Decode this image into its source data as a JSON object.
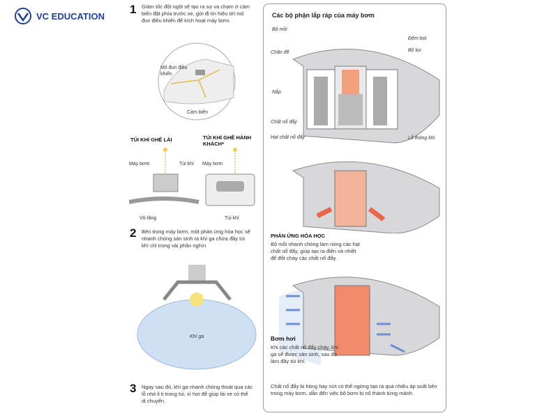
{
  "logo": {
    "text": "VC EDUCATION"
  },
  "steps": [
    {
      "number": "1",
      "text": "Giảm tốc đột ngột sẽ tạo ra sự va chạm ở cảm biến đặt phía trước xe, gửi đi tín hiệu tới mô đun điều khiển để kích hoạt máy bơm."
    },
    {
      "number": "2",
      "text": "Bên trong máy bơm, một phản ứng hóa học sẽ nhanh chóng sản sinh ra khí ga chứa đầy túi khí chỉ trong vài phần nghìn"
    },
    {
      "number": "3",
      "text": "Ngay sau đó, khí ga nhanh chóng thoát qua các lỗ nhỏ li ti trong túi, xì hơi để giúp lái xe có thể di chuyển."
    }
  ],
  "car": {
    "module": "Mô đun điều khiển",
    "sensor": "Cảm biến"
  },
  "driver": {
    "title": "TÚI KHÍ GHẾ LÁI",
    "pump": "Máy bơm",
    "bag": "Túi khí",
    "wheel": "Vô-lăng"
  },
  "passenger": {
    "title": "TÚI KHÍ GHẾ HÀNH KHÁCH*",
    "pump": "Máy bơm",
    "bag": "Túi khí"
  },
  "gas": "Khí ga",
  "panel": {
    "title": "Các bộ phận lắp ráp của máy bơm",
    "labels": {
      "igniter": "Bộ mồi",
      "base": "Chân đế",
      "cap": "Nắp",
      "propellant": "Chất nổ đẩy",
      "pellets": "Hạt chất nổ đẩy",
      "foam": "Đệm bọt",
      "filter": "Bộ lọc",
      "vent": "Lỗ thông khí"
    },
    "reaction": {
      "title": "PHẢN ỨNG HÓA HỌC",
      "text": "Bộ mồi nhanh chóng làm nóng các hạt chất nổ đẩy, giúp tạo ra điện và nhiệt để đốt cháy các chất nổ đẩy."
    },
    "inflate": {
      "title": "Bơm hơi",
      "text": "Khi các chất nổ đẩy cháy, khí ga sẽ được sản sinh, sau đó làm đầy túi khí."
    },
    "note": "Chất nổ đẩy bị hỏng hay nứt có thể ngừng tạo ra quá nhiều áp suất bên trong máy bơm, dẫn đến việc bộ bơm bị nổ thành từng mảnh."
  },
  "colors": {
    "brand": "#1f3f8f",
    "accent": "#e8664a",
    "gas": "#bcd3ee"
  }
}
